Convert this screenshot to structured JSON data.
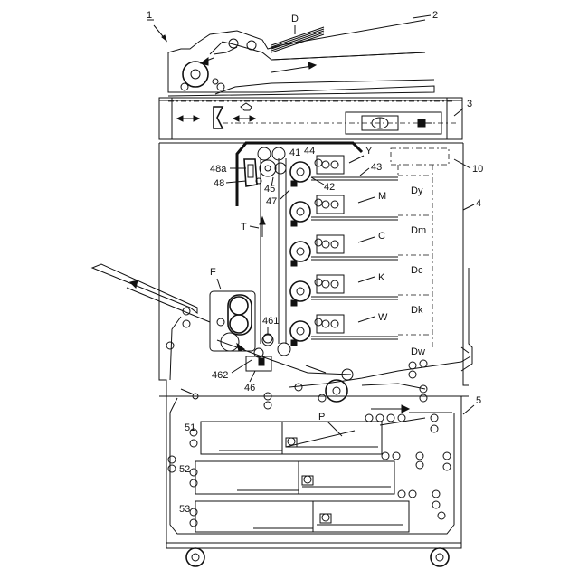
{
  "labels": {
    "machine": "1",
    "document": "D",
    "reader": "2",
    "scanner": "3",
    "body": "4",
    "feeder": "5",
    "ctrl": "10",
    "y": "Y",
    "m": "M",
    "c": "C",
    "k": "K",
    "w": "W",
    "dy": "Dy",
    "dm": "Dm",
    "dc": "Dc",
    "dk": "Dk",
    "dw": "Dw",
    "p41": "41",
    "p42": "42",
    "p43": "43",
    "p44": "44",
    "p45": "45",
    "p46": "46",
    "p461": "461",
    "p462": "462",
    "p47": "47",
    "p48": "48",
    "p48a": "48a",
    "belt": "T",
    "fuser": "F",
    "paper": "P",
    "tray51": "51",
    "tray52": "52",
    "tray53": "53"
  }
}
